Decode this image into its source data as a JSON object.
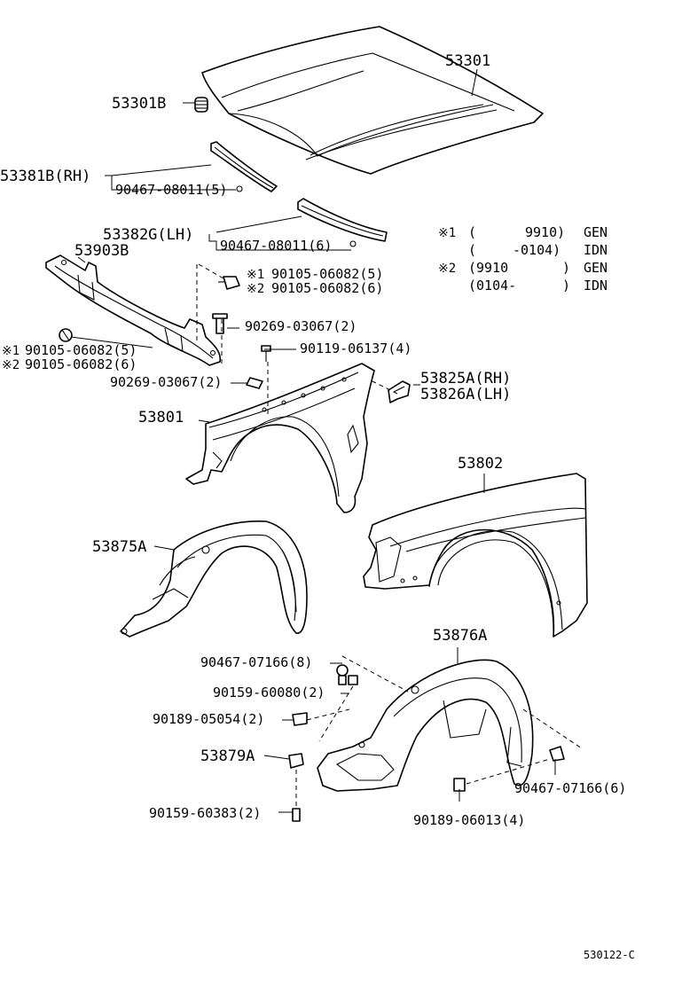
{
  "labels": {
    "p53301": "53301",
    "p53301b": "53301B",
    "p53381b": "53381B(RH)",
    "p90467_08011_5": "90467-08011(5)",
    "p53382g": "53382G(LH)",
    "p90467_08011_6": "90467-08011(6)",
    "p53903b": "53903B",
    "p90105_a1": "90105-06082(5)",
    "p90105_a2": "90105-06082(6)",
    "p90269_a": "90269-03067(2)",
    "p90105_b1": "90105-06082(5)",
    "p90105_b2": "90105-06082(6)",
    "p90119": "90119-06137(4)",
    "p90269_b": "90269-03067(2)",
    "p53825a": "53825A(RH)",
    "p53826a": "53826A(LH)",
    "p53801": "53801",
    "p53802": "53802",
    "p53875a": "53875A",
    "p53876a": "53876A",
    "p90467_07166_8": "90467-07166(8)",
    "p90159_60080": "90159-60080(2)",
    "p90189_05054": "90189-05054(2)",
    "p53879a": "53879A",
    "p90159_60383": "90159-60383(2)",
    "p90189_06013": "90189-06013(4)",
    "p90467_07166_6": "90467-07166(6)"
  },
  "markers": {
    "m1": "※1",
    "m2": "※2"
  },
  "notes": [
    {
      "mark": "※1",
      "open": "(",
      "from": "",
      "to": "9910)",
      "code": "GEN"
    },
    {
      "mark": "",
      "open": "(",
      "from": "",
      "to": "-0104)",
      "code": "IDN"
    },
    {
      "mark": "※2",
      "open": "(9910",
      "from": "",
      "to": ")",
      "code": "GEN"
    },
    {
      "mark": "",
      "open": "(0104-",
      "from": "",
      "to": ")",
      "code": "IDN"
    }
  ],
  "diagram_code": "530122-C"
}
